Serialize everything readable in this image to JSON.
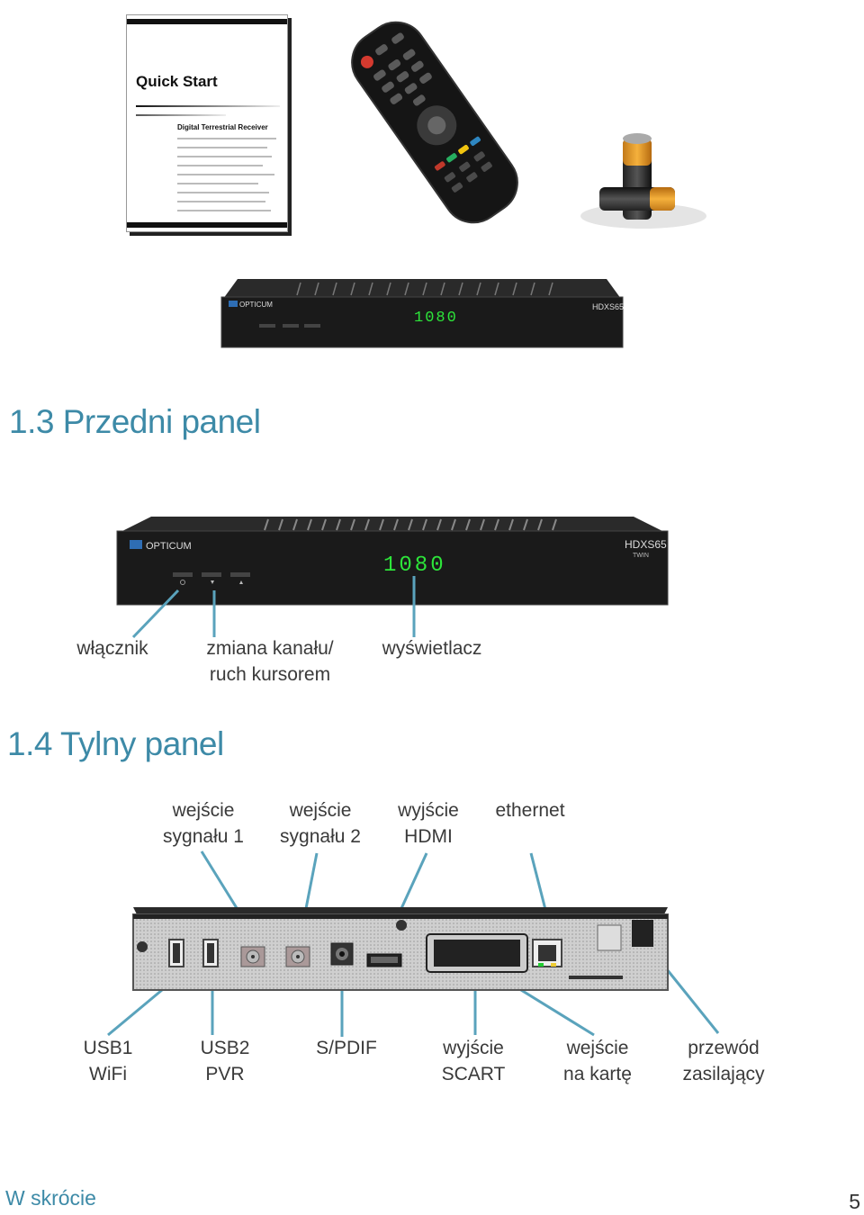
{
  "accessories": {
    "booklet": {
      "title": "Quick Start",
      "subtitle": "Digital Terrestrial Receiver"
    }
  },
  "device": {
    "brand": "OPTICUM",
    "model": "HDXS65",
    "display": "1080",
    "model_sub": "TWIN"
  },
  "front_panel": {
    "heading": "1.3 Przedni panel",
    "labels": {
      "power": "włącznik",
      "channel_line1": "zmiana kanału/",
      "channel_line2": "ruch kursorem",
      "display": "wyświetlacz"
    }
  },
  "rear_panel": {
    "heading": "1.4 Tylny panel",
    "top_labels": {
      "sig1_line1": "wejście",
      "sig1_line2": "sygnału 1",
      "sig2_line1": "wejście",
      "sig2_line2": "sygnału 2",
      "hdmi_line1": "wyjście",
      "hdmi_line2": "HDMI",
      "ethernet": "ethernet"
    },
    "bottom_labels": {
      "usb1_line1": "USB1",
      "usb1_line2": "WiFi",
      "usb2_line1": "USB2",
      "usb2_line2": "PVR",
      "spdif": "S/PDIF",
      "scart_line1": "wyjście",
      "scart_line2": "SCART",
      "card_line1": "wejście",
      "card_line2": "na kartę",
      "power_line1": "przewód",
      "power_line2": "zasilający"
    }
  },
  "footer": {
    "section": "W skrócie",
    "page": "5"
  }
}
